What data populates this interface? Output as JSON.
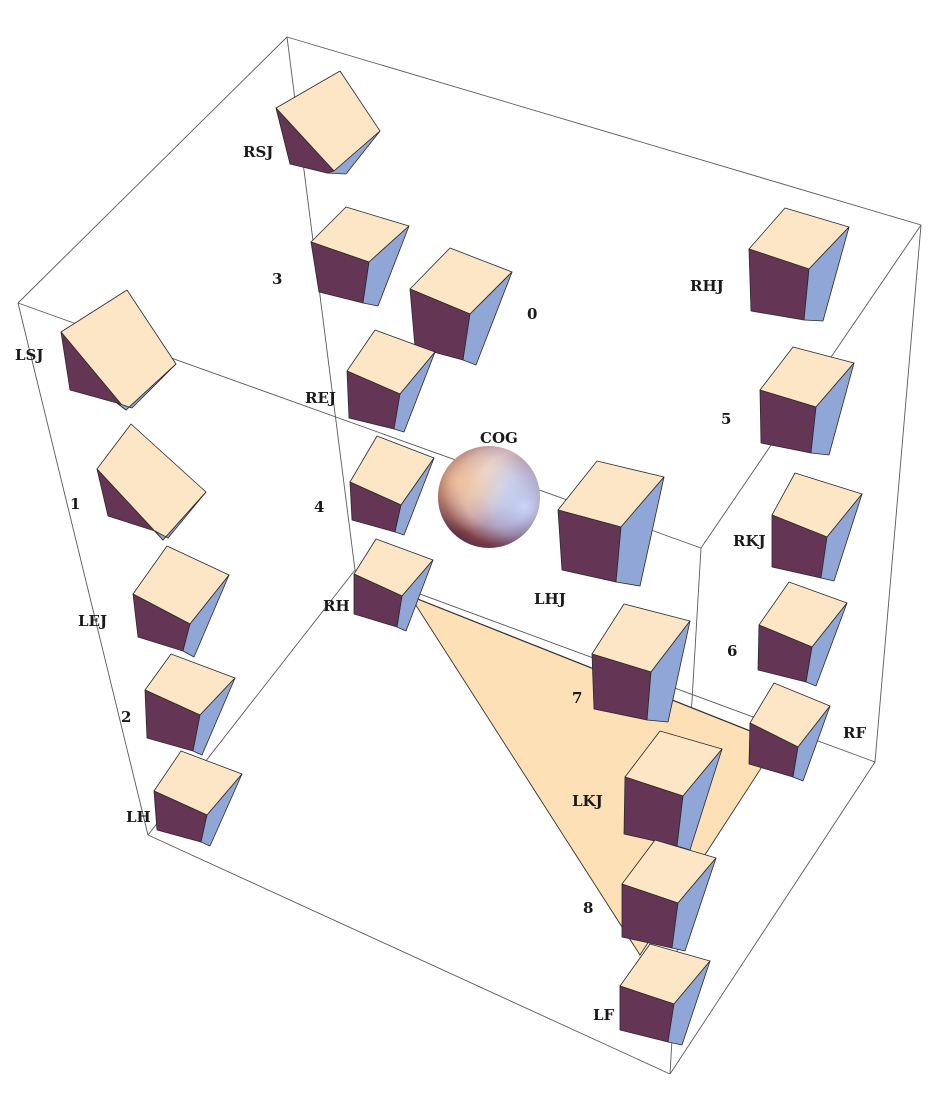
{
  "colors": {
    "face_top": "#fde6c6",
    "face_front": "#653556",
    "face_right": "#8fa6d6",
    "support_polygon": "#fde0b6",
    "background": "#ffffff",
    "box_edge": "#5a5a5a"
  },
  "markers": [
    {
      "id": "RSJ",
      "label": "RSJ"
    },
    {
      "id": "3",
      "label": "3"
    },
    {
      "id": "0",
      "label": "0"
    },
    {
      "id": "REJ",
      "label": "REJ"
    },
    {
      "id": "4",
      "label": "4"
    },
    {
      "id": "RH",
      "label": "RH"
    },
    {
      "id": "LSJ",
      "label": "LSJ"
    },
    {
      "id": "1",
      "label": "1"
    },
    {
      "id": "LEJ",
      "label": "LEJ"
    },
    {
      "id": "2",
      "label": "2"
    },
    {
      "id": "LH",
      "label": "LH"
    },
    {
      "id": "RHJ",
      "label": "RHJ"
    },
    {
      "id": "5",
      "label": "5"
    },
    {
      "id": "RKJ",
      "label": "RKJ"
    },
    {
      "id": "6",
      "label": "6"
    },
    {
      "id": "RF",
      "label": "RF"
    },
    {
      "id": "LHJ",
      "label": "LHJ"
    },
    {
      "id": "7",
      "label": "7"
    },
    {
      "id": "LKJ",
      "label": "LKJ"
    },
    {
      "id": "8",
      "label": "8"
    },
    {
      "id": "LF",
      "label": "LF"
    }
  ],
  "center_of_gravity": {
    "label": "COG",
    "icon": "sphere-icon"
  }
}
